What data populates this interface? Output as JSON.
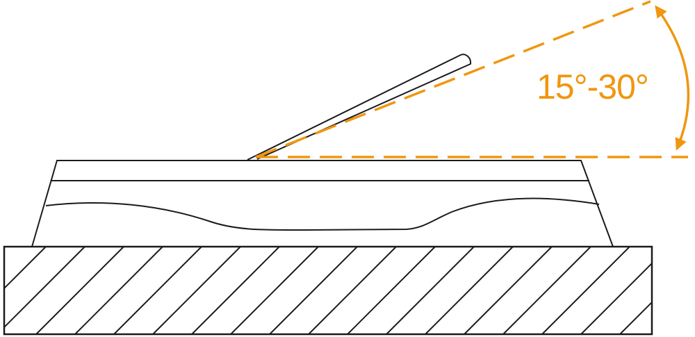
{
  "angle": {
    "label": "15°-30°",
    "min_degrees": 15,
    "max_degrees": 30
  },
  "colors": {
    "annotation": "#F0960F",
    "outline": "#1a1a1a",
    "background": "#ffffff"
  },
  "parts": {
    "base": {
      "fill": "diagonal-hatch"
    },
    "workpiece": {
      "fill": "none"
    },
    "tool": {
      "shape": "rod"
    }
  }
}
